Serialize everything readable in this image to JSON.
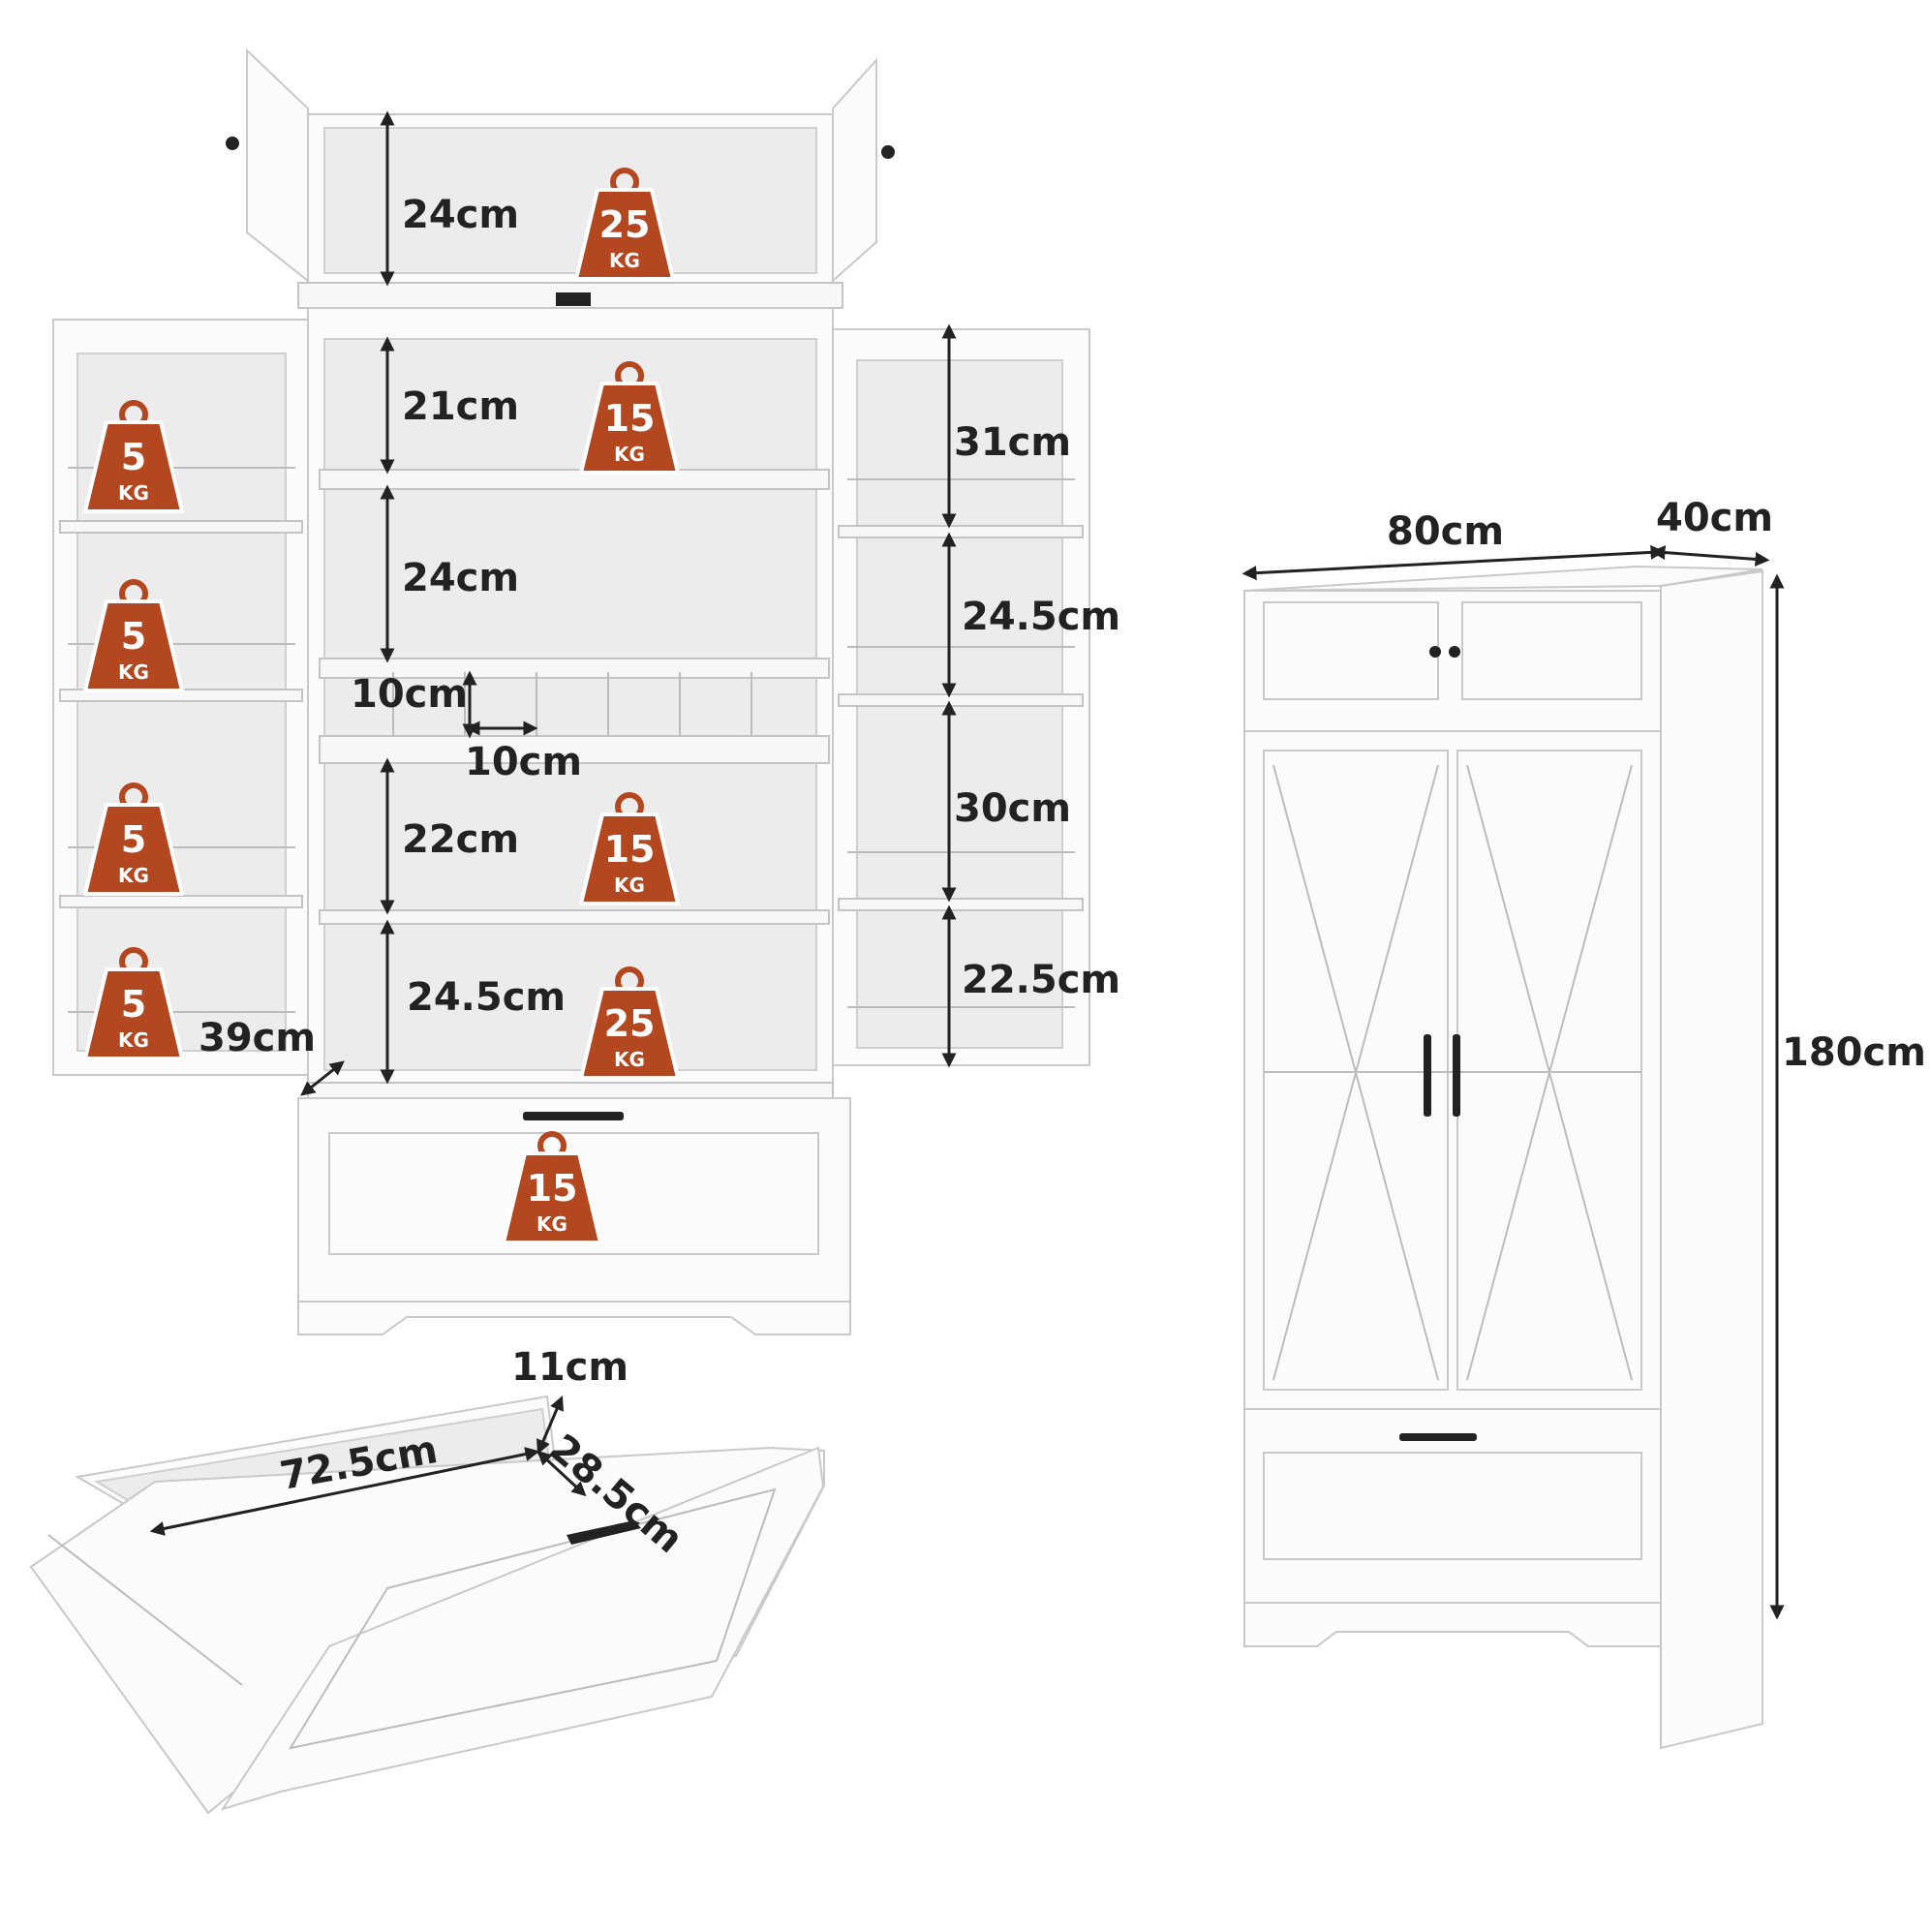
{
  "labels": {
    "top_height": "24cm",
    "shelf1": "21cm",
    "shelf2": "24cm",
    "cubby_h": "10cm",
    "cubby_w": "10cm",
    "shelf3": "22cm",
    "shelf4": "24.5cm",
    "door_depth": "39cm",
    "door_r1": "31cm",
    "door_r2": "24.5cm",
    "door_r3": "30cm",
    "door_r4": "22.5cm",
    "drawer_h": "11cm",
    "drawer_w": "72.5cm",
    "drawer_d": "28.5cm",
    "width": "80cm",
    "depth": "40cm",
    "height": "180cm"
  },
  "weights": {
    "top": "25",
    "shelf1": "15",
    "shelf3": "15",
    "bottom": "25",
    "drawer": "15",
    "door1": "5",
    "door2": "5",
    "door3": "5",
    "door4": "5",
    "unit": "KG"
  },
  "colors": {
    "badge": "#b3471f",
    "cabinet": "#fbfbfb",
    "handle": "#222222"
  }
}
